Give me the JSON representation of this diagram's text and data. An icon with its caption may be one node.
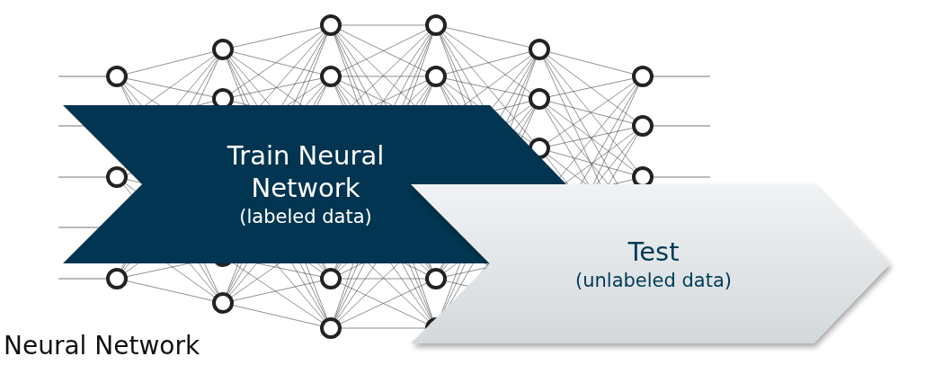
{
  "diagram": {
    "nodes": [
      {
        "text": [
          "Train Neural Network",
          "(labeled data)"
        ]
      },
      {
        "text": [
          "Test",
          "(unlabeled data)"
        ]
      }
    ],
    "labels": [
      "Neural Network"
    ]
  }
}
